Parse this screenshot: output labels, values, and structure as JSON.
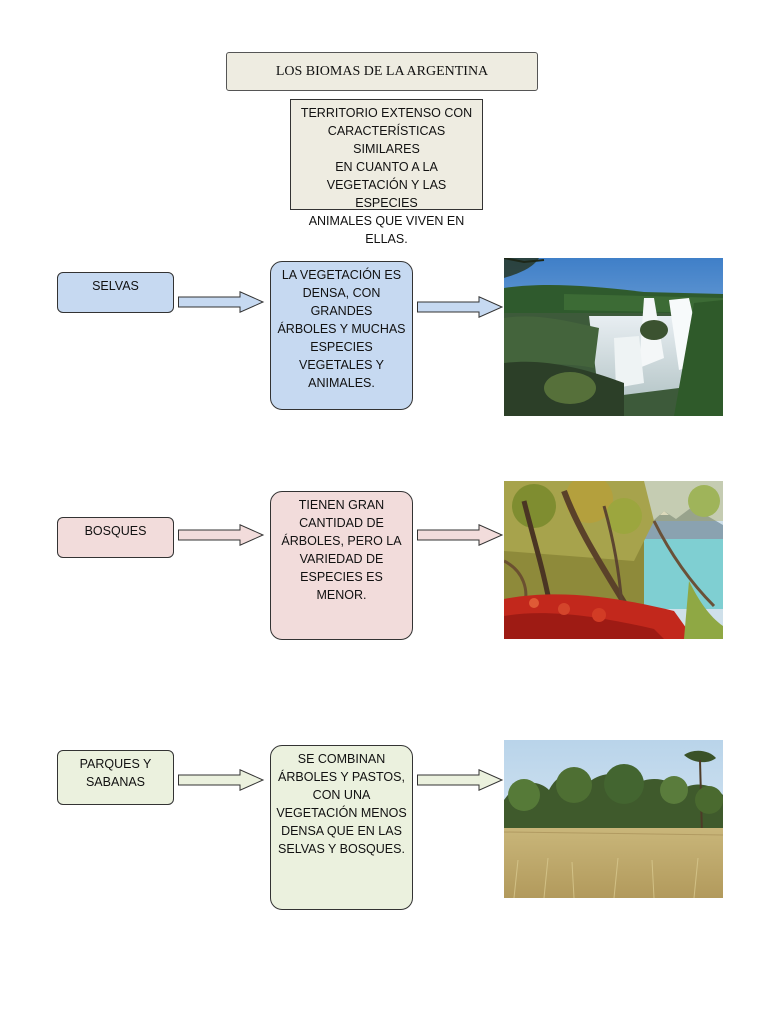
{
  "title": "LOS BIOMAS DE LA ARGENTINA",
  "definition": "TERRITORIO EXTENSO CON\nCARACTERÍSTICAS SIMILARES\nEN CUANTO A LA\nVEGETACIÓN Y LAS ESPECIES\nANIMALES QUE VIVEN EN\nELLAS.",
  "biomes": [
    {
      "label": "SELVAS",
      "description": "LA VEGETACIÓN ES\nDENSA, CON GRANDES\nÁRBOLES Y MUCHAS\nESPECIES VEGETALES Y\nANIMALES.",
      "color": "#c6d9f1",
      "photo_icon": "waterfall-jungle-photo"
    },
    {
      "label": "BOSQUES",
      "description": "TIENEN GRAN\nCANTIDAD DE\nÁRBOLES, PERO LA\nVARIEDAD DE\nESPECIES ES MENOR.",
      "color": "#f2dcdb",
      "photo_icon": "forest-lake-photo"
    },
    {
      "label": "PARQUES Y\nSABANAS",
      "description": "SE COMBINAN\nÁRBOLES Y PASTOS,\nCON UNA\nVEGETACIÓN MENOS\nDENSA QUE EN LAS\nSELVAS Y BOSQUES.",
      "color": "#ebf1de",
      "photo_icon": "savanna-grassland-photo"
    }
  ]
}
